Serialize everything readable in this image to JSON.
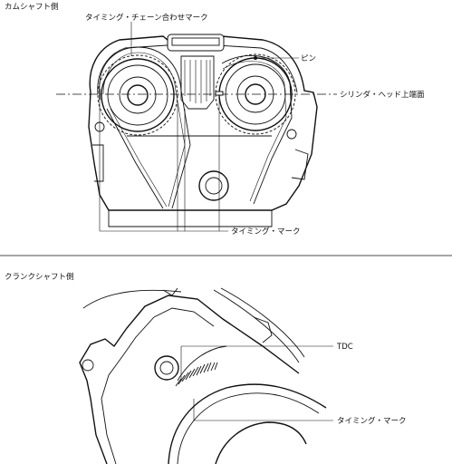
{
  "camshaft": {
    "section_title": "カムシャフト側",
    "label_timing_chain_match": "タイミング・チェーン合わせマーク",
    "label_pin": "ピン",
    "label_cyl_head_top": "シリンダ・ヘッド上端面",
    "label_timing_mark": "タイミング・マーク"
  },
  "crankshaft": {
    "section_title": "クランクシャフト側",
    "label_tdc": "TDC",
    "label_timing_mark": "タイミング・マーク"
  }
}
